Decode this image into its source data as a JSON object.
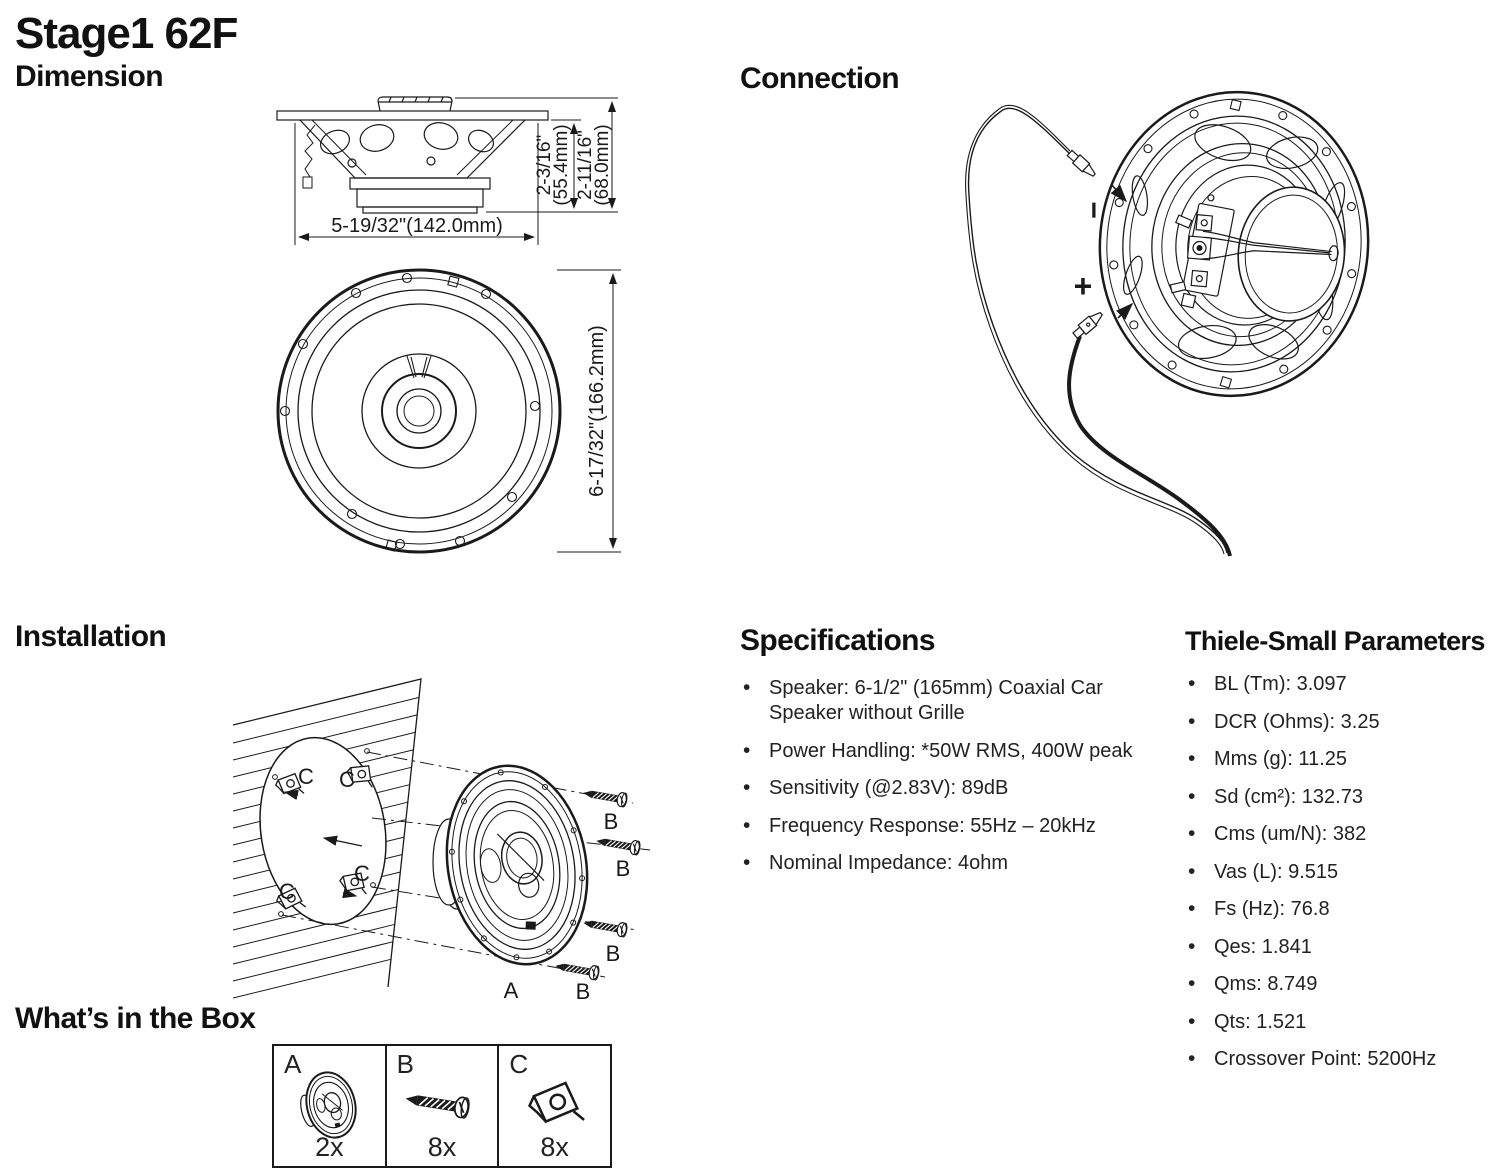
{
  "page": {
    "title": "Stage1 62F"
  },
  "colors": {
    "ink": "#1a1a1a",
    "background": "#ffffff"
  },
  "dimension": {
    "heading": "Dimension",
    "width_label": "5-19/32\"(142.0mm)",
    "mount_depth_in": "2-3/16\"",
    "mount_depth_mm": "(55.4mm)",
    "total_depth_in": "2-11/16\"",
    "total_depth_mm": "(68.0mm)",
    "diameter_label": "6-17/32\"(166.2mm)"
  },
  "connection": {
    "heading": "Connection",
    "negative_label": "−",
    "positive_label": "+"
  },
  "installation": {
    "heading": "Installation",
    "speaker_label": "A",
    "screw_label": "B",
    "clip_label": "C"
  },
  "box": {
    "heading": "What’s in the Box",
    "items": [
      {
        "label": "A",
        "qty": "2x",
        "icon": "speaker-icon"
      },
      {
        "label": "B",
        "qty": "8x",
        "icon": "screw-icon"
      },
      {
        "label": "C",
        "qty": "8x",
        "icon": "clip-icon"
      }
    ]
  },
  "specifications": {
    "heading": "Specifications",
    "items": [
      "Speaker: 6-1/2\" (165mm) Coaxial Car Speaker without Grille",
      "Power Handling: *50W RMS, 400W peak",
      "Sensitivity (@2.83V): 89dB",
      "Frequency Response: 55Hz – 20kHz",
      "Nominal Impedance: 4ohm"
    ]
  },
  "thiele_small": {
    "heading": "Thiele-Small Parameters",
    "items": [
      "BL (Tm): 3.097",
      "DCR (Ohms): 3.25",
      "Mms (g): 11.25",
      "Sd (cm²): 132.73",
      "Cms (um/N): 382",
      "Vas (L): 9.515",
      "Fs (Hz): 76.8",
      "Qes: 1.841",
      "Qms: 8.749",
      "Qts: 1.521",
      "Crossover Point: 5200Hz"
    ]
  }
}
